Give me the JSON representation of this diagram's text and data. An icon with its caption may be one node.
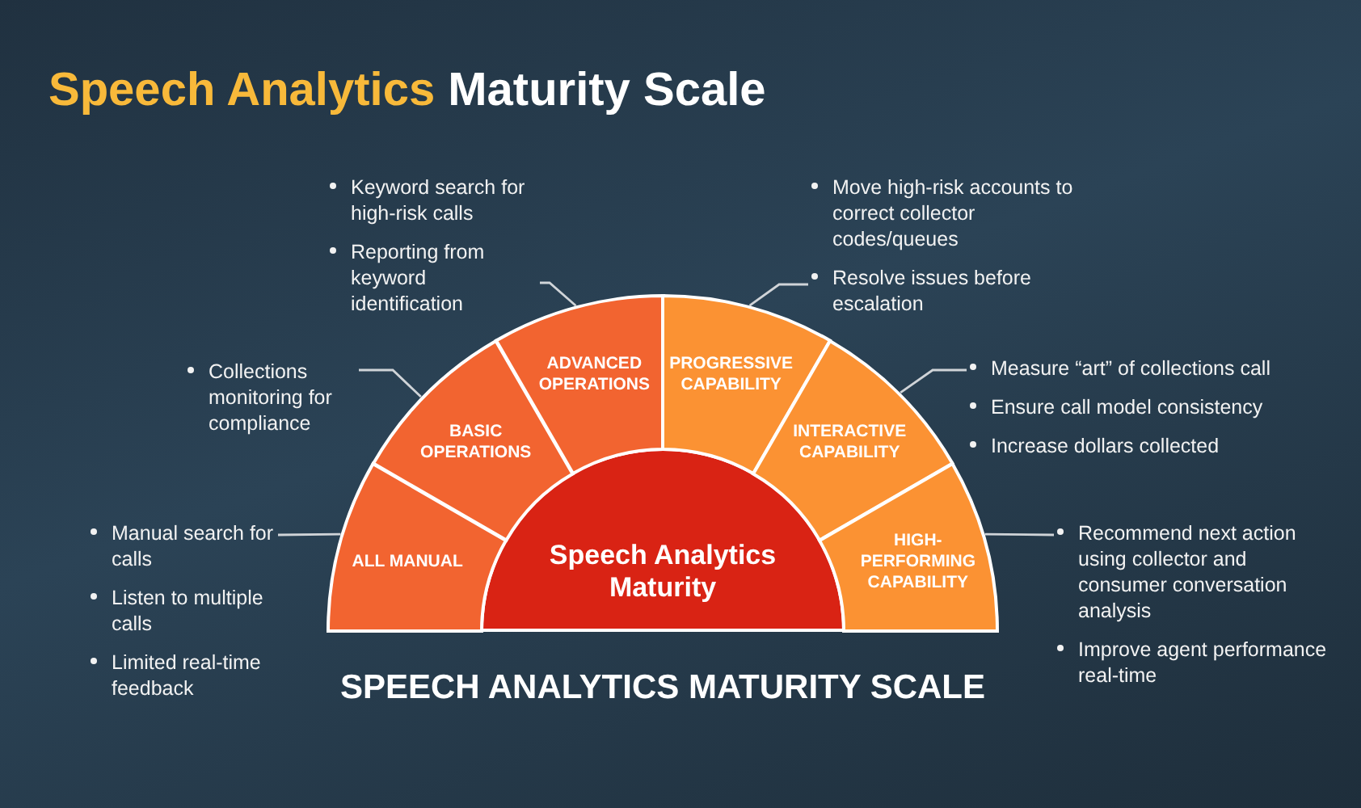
{
  "diagram": {
    "title": "Speech Analytics Maturity Scale",
    "caption": "SPEECH ANALYTICS MATURITY SCALE",
    "nodes": [
      {
        "text": [
          "Speech Analytics Maturity"
        ]
      },
      {
        "text": [
          "ALL MANUAL"
        ]
      },
      {
        "text": [
          "BASIC OPERATIONS"
        ]
      },
      {
        "text": [
          "ADVANCED OPERATIONS"
        ]
      },
      {
        "text": [
          "PROGRESSIVE CAPABILITY"
        ]
      },
      {
        "text": [
          "INTERACTIVE CAPABILITY"
        ]
      },
      {
        "text": [
          "HIGH-PERFORMING CAPABILITY"
        ]
      },
      {
        "text": [
          "Manual search for calls",
          "Listen to multiple calls",
          "Limited real-time feedback"
        ]
      },
      {
        "text": [
          "Collections monitoring for compliance"
        ]
      },
      {
        "text": [
          "Keyword search for high-risk calls",
          "Reporting from keyword identification"
        ]
      },
      {
        "text": [
          "Move high-risk accounts to correct collector codes/queues",
          "Resolve issues before escalation"
        ]
      },
      {
        "text": [
          "Measure “art” of collections call",
          "Ensure call model consistency",
          "Increase dollars collected"
        ]
      },
      {
        "text": [
          "Recommend next action using collector and consumer conversation analysis",
          "Improve agent performance real-time"
        ]
      }
    ],
    "edges": [
      {
        "from": 7,
        "to": 1,
        "arrow": "none"
      },
      {
        "from": 8,
        "to": 2,
        "arrow": "none"
      },
      {
        "from": 9,
        "to": 3,
        "arrow": "none"
      },
      {
        "from": 10,
        "to": 4,
        "arrow": "none"
      },
      {
        "from": 11,
        "to": 5,
        "arrow": "none"
      },
      {
        "from": 12,
        "to": 6,
        "arrow": "none"
      }
    ]
  }
}
